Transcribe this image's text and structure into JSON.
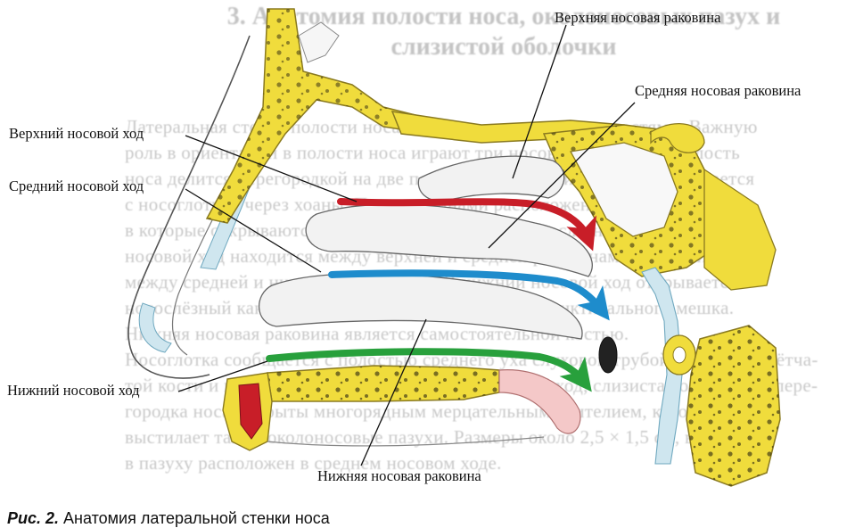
{
  "labels": {
    "superior_concha": "Верхняя носовая раковина",
    "middle_concha": "Средняя носовая раковина",
    "superior_meatus": "Верхний носовой ход",
    "middle_meatus": "Средний носовой ход",
    "inferior_meatus": "Нижний носовой ход",
    "inferior_concha": "Нижняя носовая раковина"
  },
  "caption": {
    "prefix": "Рис. 2.",
    "text": "Анатомия латеральной стенки носа"
  },
  "background_heading": "3. Анатомия полости носа, околоносовых пазух и слизистой оболочки",
  "background_lines": [
    "Латеральная стенка полости носа образована несколькими костями. Важную",
    "роль в ориентации в полости носа играют три носовые раковины. Полость",
    "носа делится перегородкой на две половины, каждая из которых сообщается",
    "с носоглоткой через хоаны. Под раковинами расположены носовые ходы,",
    "в которые открываются околоносовые пазухи и носослёзный канал. Верхний",
    "носовой ход находится между верхней и средней раковинами, средний ход —",
    "между средней и нижней раковинами. В нижний носовой ход открывается",
    "носослёзный канал, который отводит слезу из конъюнктивального мешка.",
    "Нижняя носовая раковина является самостоятельной костью.",
    "Носоглотка сообщается с полостью среднего уха слуховой трубой. Клетки решётча-",
    "той кости и пазухи открываются в средний носовой ход, слизистая оболочка и пере-",
    "городка носа покрыты многорядным мерцательным эпителием, который",
    "выстилает также околоносовые пазухи. Размеры около 2,5 × 1,5 см, вход",
    "в пазуху расположен в среднем носовом ходе."
  ],
  "colors": {
    "bone": "#f0dc3c",
    "bone_stroke": "#8a7a20",
    "red_arrow": "#c81e28",
    "blue_arrow": "#1e8ccc",
    "green_arrow": "#28a03c",
    "leader": "#111111"
  }
}
